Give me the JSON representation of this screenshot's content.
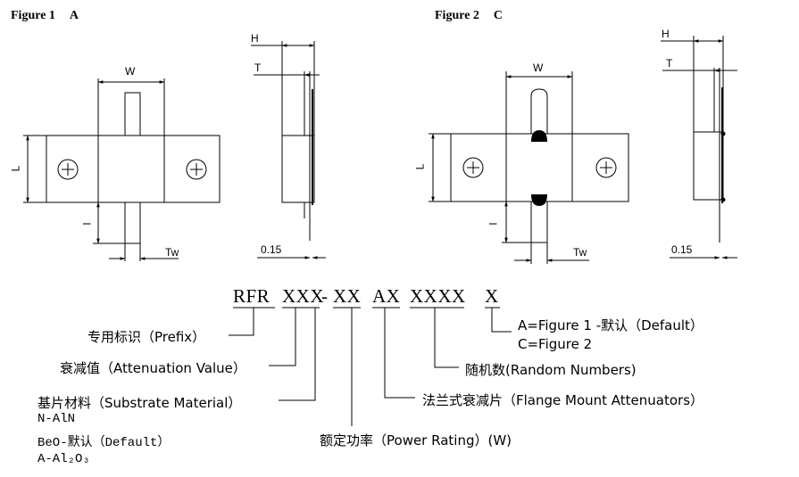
{
  "figure1": {
    "title": "Figure 1",
    "variant": "A"
  },
  "figure2": {
    "title": "Figure 2",
    "variant": "C"
  },
  "dims": {
    "H": "H",
    "T": "T",
    "W": "W",
    "L": "L",
    "l": "l",
    "Tw": "Tw",
    "thickness": "0.15"
  },
  "part_code": {
    "prefix": "RFR",
    "attenuation": "XXX",
    "dash": "-",
    "substrate": "XX",
    "power": "AX",
    "random": "XXXX",
    "figure": "X"
  },
  "legend": {
    "prefix": "专用标识（Prefix）",
    "attenuation": "衰减值（Attenuation Value）",
    "substrate": "基片材料（Substrate Material）",
    "substrate_options": [
      "N-AlN",
      "BeO-默认（Default）",
      "A-Al₂O₃"
    ],
    "power": "额定功率（Power Rating）(W)",
    "flange": "法兰式衰减片（Flange Mount Attenuators）",
    "random": "随机数(Random  Numbers)",
    "figure_a": "A=Figure  1 -默认（Default）",
    "figure_c": "C=Figure  2"
  }
}
